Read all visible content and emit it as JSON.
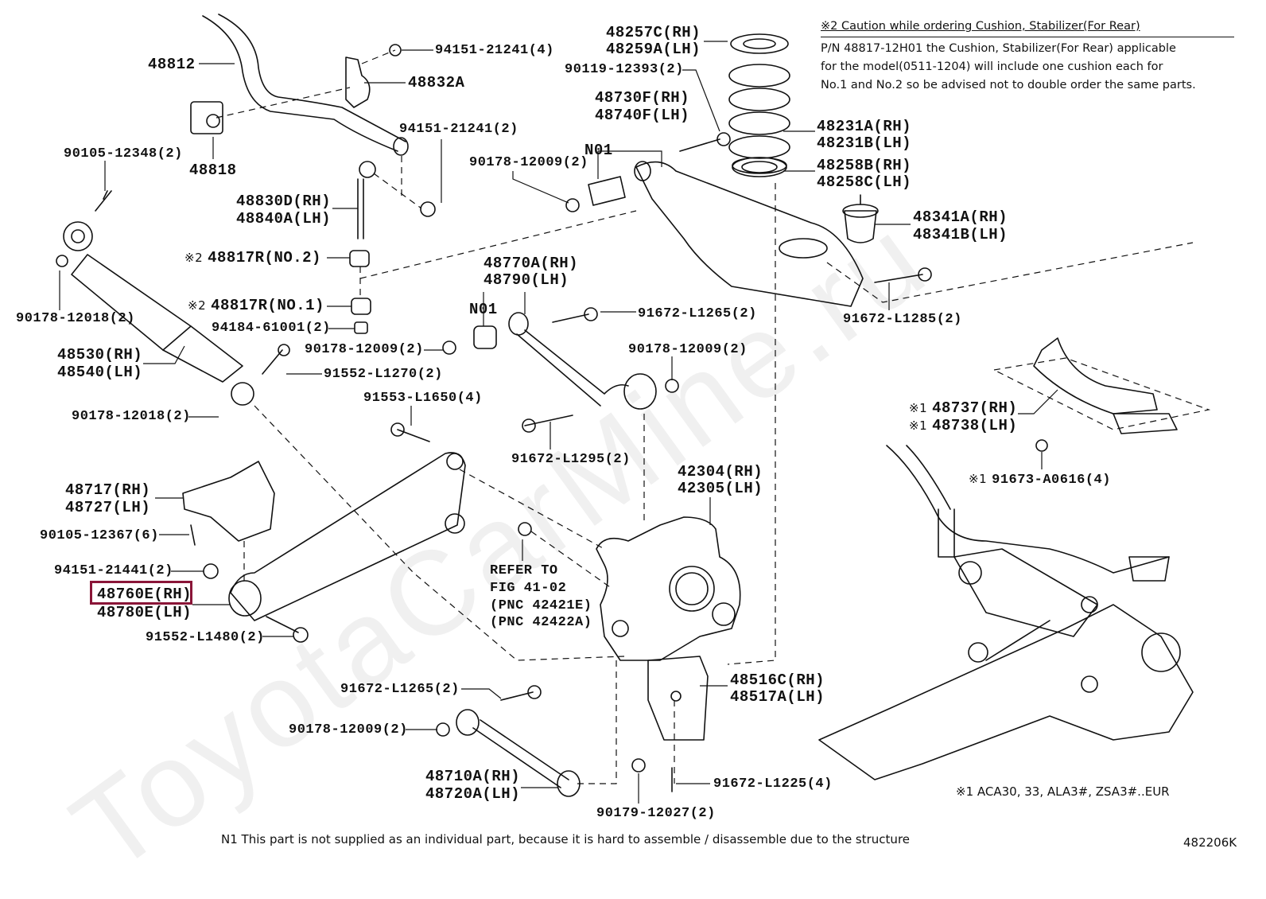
{
  "watermark": "ToyotaCarMine.ru",
  "caution_note": {
    "title": "※2 Caution while ordering Cushion, Stabilizer(For Rear)",
    "lines": [
      "P/N 48817-12H01 the Cushion, Stabilizer(For Rear) applicable",
      "for the model(0511-1204) will include one cushion each for",
      "No.1 and No.2 so be advised not to double order the same parts."
    ]
  },
  "labels": {
    "p48812": "48812",
    "p94151_21241_4": "94151-21241(4)",
    "p48832A": "48832A",
    "p48818": "48818",
    "p94151_21241_2": "94151-21241(2)",
    "p90105_12348": "90105-12348(2)",
    "p48830D": "48830D(RH)",
    "p48840A": "48840A(LH)",
    "p48817R_no2_sym": "※2",
    "p48817R_no2": "48817R(NO.2)",
    "p48817R_no1_sym": "※2",
    "p48817R_no1": "48817R(NO.1)",
    "p94184_61001": "94184-61001(2)",
    "p90178_12018_a": "90178-12018(2)",
    "p48530": "48530(RH)",
    "p48540": "48540(LH)",
    "p90178_12018_b": "90178-12018(2)",
    "p90178_12009_a": "90178-12009(2)",
    "p91552_L1270": "91552-L1270(2)",
    "p91553_L1650": "91553-L1650(4)",
    "p48257C": "48257C(RH)",
    "p48259A": "48259A(LH)",
    "p90119_12393": "90119-12393(2)",
    "p48730F": "48730F(RH)",
    "p48740F": "48740F(LH)",
    "p_n01_a": "N01",
    "p90178_12009_b": "90178-12009(2)",
    "p48231A": "48231A(RH)",
    "p48231B": "48231B(LH)",
    "p48258B": "48258B(RH)",
    "p48258C": "48258C(LH)",
    "p48341A": "48341A(RH)",
    "p48341B": "48341B(LH)",
    "p91672_L1285": "91672-L1285(2)",
    "p48770A": "48770A(RH)",
    "p48790": "48790(LH)",
    "p_n01_b": "N01",
    "p91672_L1265_a": "91672-L1265(2)",
    "p90178_12009_c": "90178-12009(2)",
    "p91672_L1295": "91672-L1295(2)",
    "p48737_sym": "※1",
    "p48737": "48737(RH)",
    "p48738_sym": "※1",
    "p48738": "48738(LH)",
    "p91673_sym": "※1",
    "p91673_A0616": "91673-A0616(4)",
    "p48717": "48717(RH)",
    "p48727": "48727(LH)",
    "p90105_12367": "90105-12367(6)",
    "p94151_21441": "94151-21441(2)",
    "p48760E": "48760E(RH)",
    "p48780E": "48780E(LH)",
    "p91552_L1480": "91552-L1480(2)",
    "p42304": "42304(RH)",
    "p42305": "42305(LH)",
    "refer_1": "REFER TO",
    "refer_2": "FIG 41-02",
    "refer_3": "(PNC 42421E)",
    "refer_4": "(PNC 42422A)",
    "p48516C": "48516C(RH)",
    "p48517A": "48517A(LH)",
    "p91672_L1265_b": "91672-L1265(2)",
    "p90178_12009_d": "90178-12009(2)",
    "p48710A": "48710A(RH)",
    "p48720A": "48720A(LH)",
    "p90179_12027": "90179-12027(2)",
    "p91672_L1225": "91672-L1225(4)"
  },
  "applicability_note": "※1 ACA30, 33, ALA3#, ZSA3#..EUR",
  "footnote": "N1  This part is not supplied as an individual part, because it is hard to assemble / disassemble due to the structure",
  "diagram_code": "482206K",
  "highlighted_part": "48760E(RH)",
  "colors": {
    "ink": "#111111",
    "highlight": "#8a1538",
    "watermark": "#f0f0f0"
  }
}
